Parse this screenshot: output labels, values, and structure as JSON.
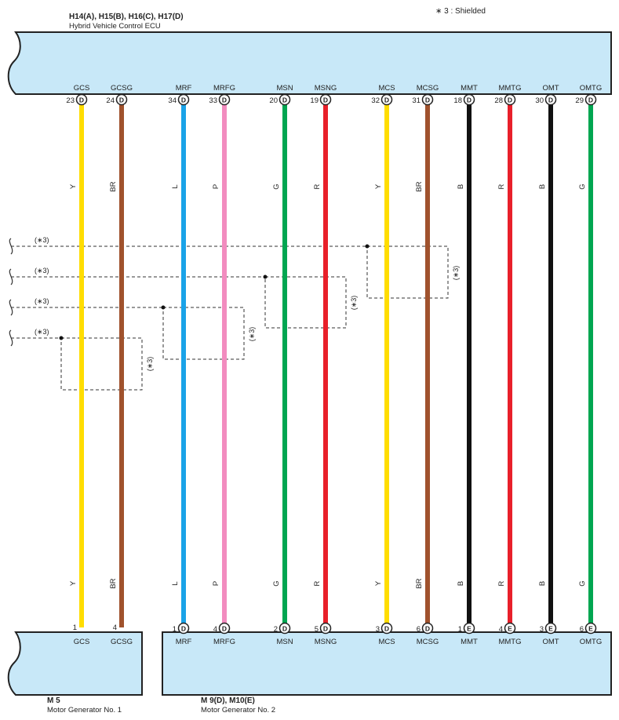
{
  "legend_note": "∗ 3 : Shielded",
  "top_ecu": {
    "connector_codes": "H14(A), H15(B), H16(C), H17(D)",
    "name": "Hybrid Vehicle Control ECU"
  },
  "bottom_left": {
    "code": "M 5",
    "name": "Motor Generator No. 1"
  },
  "bottom_right": {
    "code": "M 9(D), M10(E)",
    "name": "Motor Generator No. 2"
  },
  "shield_label": "(∗3)",
  "wires": [
    {
      "signal": "GCS",
      "top_pin": "23",
      "top_conn": "D",
      "color_code": "Y",
      "color": "#ffdd00",
      "bottom_pin": "1",
      "bottom_conn": "",
      "bottom_signal": "GCS"
    },
    {
      "signal": "GCSG",
      "top_pin": "24",
      "top_conn": "D",
      "color_code": "BR",
      "color": "#a0522d",
      "bottom_pin": "4",
      "bottom_conn": "",
      "bottom_signal": "GCSG"
    },
    {
      "signal": "MRF",
      "top_pin": "34",
      "top_conn": "D",
      "color_code": "L",
      "color": "#1aa3e8",
      "bottom_pin": "1",
      "bottom_conn": "D",
      "bottom_signal": "MRF"
    },
    {
      "signal": "MRFG",
      "top_pin": "33",
      "top_conn": "D",
      "color_code": "P",
      "color": "#f28cbf",
      "bottom_pin": "4",
      "bottom_conn": "D",
      "bottom_signal": "MRFG"
    },
    {
      "signal": "MSN",
      "top_pin": "20",
      "top_conn": "D",
      "color_code": "G",
      "color": "#00a651",
      "bottom_pin": "2",
      "bottom_conn": "D",
      "bottom_signal": "MSN"
    },
    {
      "signal": "MSNG",
      "top_pin": "19",
      "top_conn": "D",
      "color_code": "R",
      "color": "#e8202a",
      "bottom_pin": "5",
      "bottom_conn": "D",
      "bottom_signal": "MSNG"
    },
    {
      "signal": "MCS",
      "top_pin": "32",
      "top_conn": "D",
      "color_code": "Y",
      "color": "#ffdd00",
      "bottom_pin": "3",
      "bottom_conn": "D",
      "bottom_signal": "MCS"
    },
    {
      "signal": "MCSG",
      "top_pin": "31",
      "top_conn": "D",
      "color_code": "BR",
      "color": "#a0522d",
      "bottom_pin": "6",
      "bottom_conn": "D",
      "bottom_signal": "MCSG"
    },
    {
      "signal": "MMT",
      "top_pin": "18",
      "top_conn": "D",
      "color_code": "B",
      "color": "#111111",
      "bottom_pin": "1",
      "bottom_conn": "E",
      "bottom_signal": "MMT"
    },
    {
      "signal": "MMTG",
      "top_pin": "28",
      "top_conn": "D",
      "color_code": "R",
      "color": "#e8202a",
      "bottom_pin": "4",
      "bottom_conn": "E",
      "bottom_signal": "MMTG"
    },
    {
      "signal": "OMT",
      "top_pin": "30",
      "top_conn": "D",
      "color_code": "B",
      "color": "#111111",
      "bottom_pin": "3",
      "bottom_conn": "E",
      "bottom_signal": "OMT"
    },
    {
      "signal": "OMTG",
      "top_pin": "29",
      "top_conn": "D",
      "color_code": "G",
      "color": "#00a651",
      "bottom_pin": "6",
      "bottom_conn": "E",
      "bottom_signal": "OMTG"
    }
  ],
  "box_fill": "#c8e8f8"
}
